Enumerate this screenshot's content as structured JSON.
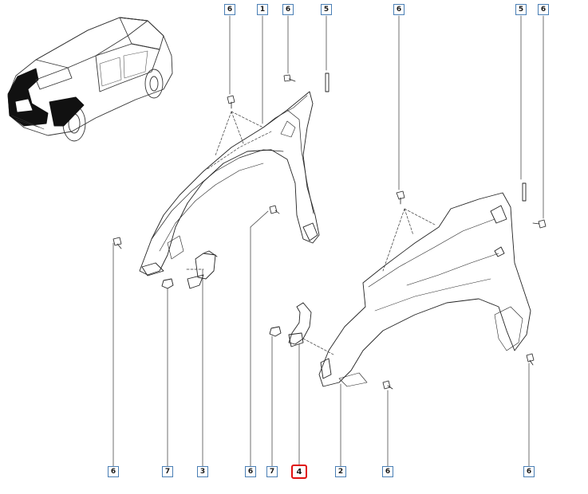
{
  "diagram": {
    "highlight_color": "#e01010",
    "frame_color": "#4a7fb5",
    "callouts": [
      {
        "id": "c-top-6-a",
        "label": "6"
      },
      {
        "id": "c-top-1",
        "label": "1"
      },
      {
        "id": "c-top-6-b",
        "label": "6"
      },
      {
        "id": "c-top-5-a",
        "label": "5"
      },
      {
        "id": "c-top-6-c",
        "label": "6"
      },
      {
        "id": "c-top-5-b",
        "label": "5"
      },
      {
        "id": "c-top-6-d",
        "label": "6"
      },
      {
        "id": "c-bot-6-a",
        "label": "6"
      },
      {
        "id": "c-bot-7-a",
        "label": "7"
      },
      {
        "id": "c-bot-3",
        "label": "3"
      },
      {
        "id": "c-bot-6-b",
        "label": "6"
      },
      {
        "id": "c-bot-7-b",
        "label": "7"
      },
      {
        "id": "c-bot-4",
        "label": "4",
        "highlighted": true
      },
      {
        "id": "c-bot-2",
        "label": "2"
      },
      {
        "id": "c-bot-6-c",
        "label": "6"
      },
      {
        "id": "c-bot-6-d",
        "label": "6"
      }
    ]
  }
}
